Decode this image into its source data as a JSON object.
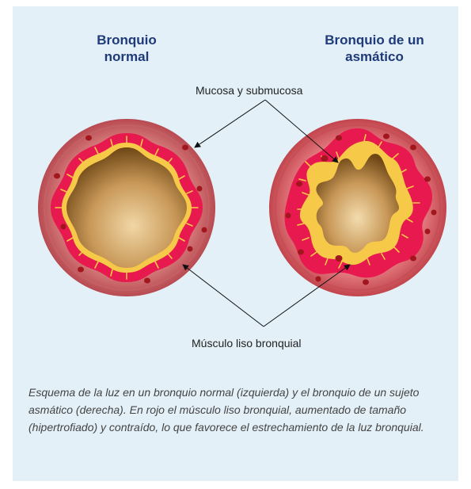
{
  "titles": {
    "normal_line1": "Bronquio",
    "normal_line2": "normal",
    "asthmatic_line1": "Bronquio de un",
    "asthmatic_line2": "asmático"
  },
  "labels": {
    "mucosa": "Mucosa y submucosa",
    "muscle": "Músculo liso bronquial"
  },
  "caption": "Esquema de la luz en un bronquio normal (izquierda) y el bronquio de un sujeto asmático (derecha). En rojo el músculo liso bronquial, aumentado de tamaño (hipertrofiado) y contraído, lo que favorece el estrechamiento de la luz bronquial.",
  "colors": {
    "background": "#e3f0f7",
    "title": "#1f3a7a",
    "outer_wall": "#c95e62",
    "muscle": "#e8194e",
    "mucosa": "#f4c030",
    "lumen": "#a87a3c"
  }
}
